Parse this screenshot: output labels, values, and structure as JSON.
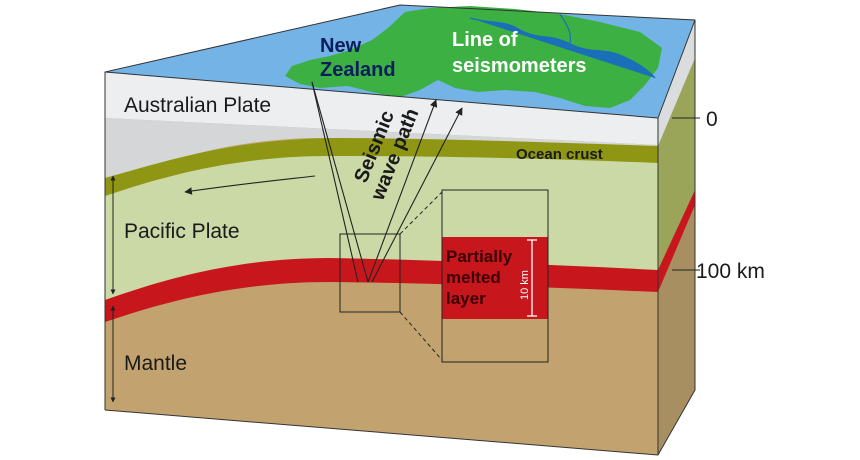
{
  "labels": {
    "country_line1": "New",
    "country_line2": "Zealand",
    "seismometers_line1": "Line of",
    "seismometers_line2": "seismometers",
    "australian_plate": "Australian Plate",
    "ocean_crust": "Ocean crust",
    "wave_line1": "Seismic",
    "wave_line2": "wave path",
    "pacific_plate": "Pacific Plate",
    "mantle": "Mantle",
    "melted_line1": "Partially",
    "melted_line2": "melted",
    "melted_line3": "layer",
    "thickness": "10 km",
    "depth_top": "0",
    "depth_bottom": "100 km"
  },
  "colors": {
    "sea": "#74b3e6",
    "land": "#3cb043",
    "river": "#1b6fb8",
    "australian_plate": "#eceef0",
    "australian_plate_top": "#d4d6d8",
    "ocean_crust": "#8f9614",
    "pacific_plate": "#cbd9a7",
    "partially_melted_layer": "#c8161d",
    "mantle": "#c2a36f",
    "right_face_mantle": "#a88f62",
    "right_face_upper": "#9aa55a",
    "outline": "#222222",
    "new_zealand_text": "#0b1d5c",
    "seismometer_text": "#ffffff"
  }
}
